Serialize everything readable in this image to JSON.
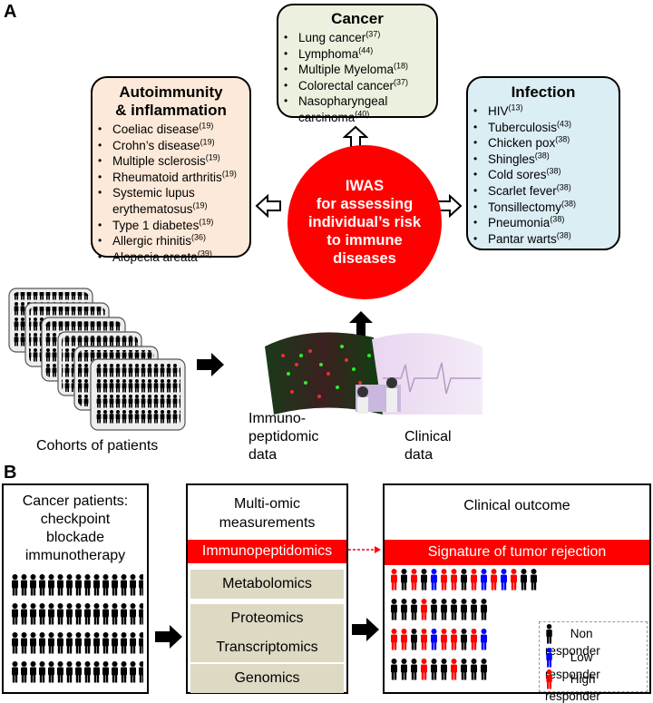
{
  "panel_a": {
    "letter": "A",
    "cancer": {
      "title": "Cancer",
      "items": [
        {
          "label": "Lung cancer",
          "ref": "(37)"
        },
        {
          "label": "Lymphoma",
          "ref": "(44)"
        },
        {
          "label": "Multiple Myeloma",
          "ref": "(18)"
        },
        {
          "label": "Colorectal cancer",
          "ref": "(37)"
        },
        {
          "label": "Nasopharyngeal carcinoma",
          "ref": "(40)"
        }
      ]
    },
    "autoimmunity": {
      "title_line1": "Autoimmunity",
      "title_line2": "& inflammation",
      "items": [
        {
          "label": "Coeliac disease",
          "ref": "(19)"
        },
        {
          "label": "Crohn’s disease",
          "ref": "(19)"
        },
        {
          "label": "Multiple sclerosis",
          "ref": "(19)"
        },
        {
          "label": "Rheumatoid arthritis",
          "ref": "(19)"
        },
        {
          "label": "Systemic lupus erythematosus",
          "ref": "(19)"
        },
        {
          "label": "Type 1 diabetes",
          "ref": "(19)"
        },
        {
          "label": "Allergic rhinitis",
          "ref": "(36)"
        },
        {
          "label": "Alopecia areata",
          "ref": "(39)"
        }
      ]
    },
    "infection": {
      "title": "Infection",
      "items": [
        {
          "label": "HIV",
          "ref": "(13)"
        },
        {
          "label": "Tuberculosis",
          "ref": "(43)"
        },
        {
          "label": "Chicken pox",
          "ref": "(38)"
        },
        {
          "label": "Shingles",
          "ref": "(38)"
        },
        {
          "label": "Cold sores",
          "ref": "(38)"
        },
        {
          "label": "Scarlet fever",
          "ref": "(38)"
        },
        {
          "label": "Tonsillectomy",
          "ref": "(38)"
        },
        {
          "label": "Pneumonia",
          "ref": "(38)"
        },
        {
          "label": "Pantar warts",
          "ref": "(38)"
        }
      ]
    },
    "iwas": {
      "line1": "IWAS",
      "line2": "for assessing",
      "line3": "individual’s risk",
      "line4": "to immune",
      "line5": "diseases"
    },
    "cohorts_label": "Cohorts of patients",
    "immuno_label_line1": "Immuno-",
    "immuno_label_line2": "peptidomic",
    "immuno_label_line3": "data",
    "clinical_label_line1": "Clinical",
    "clinical_label_line2": "data",
    "colors": {
      "red": "#ff0000",
      "cancer_fill": "#ebf1de",
      "autoimmunity_fill": "#fde9d9",
      "infection_fill": "#dbeef4"
    }
  },
  "panel_b": {
    "letter": "B",
    "patients_line1": "Cancer patients:",
    "patients_line2": "checkpoint",
    "patients_line3": "blockade",
    "patients_line4": "immunotherapy",
    "multiomic_line1": "Multi-omic",
    "multiomic_line2": "measurements",
    "omics": [
      "Immunopeptidomics",
      "Metabolomics",
      "Proteomics",
      "Transcriptomics",
      "Genomics"
    ],
    "outcome_title": "Clinical outcome",
    "signature": "Signature of tumor rejection",
    "legend": [
      {
        "label": "Non responder",
        "color": "#000000"
      },
      {
        "label": "Low responder",
        "color": "#0000ff"
      },
      {
        "label": "High responder",
        "color": "#ff0000"
      }
    ]
  }
}
